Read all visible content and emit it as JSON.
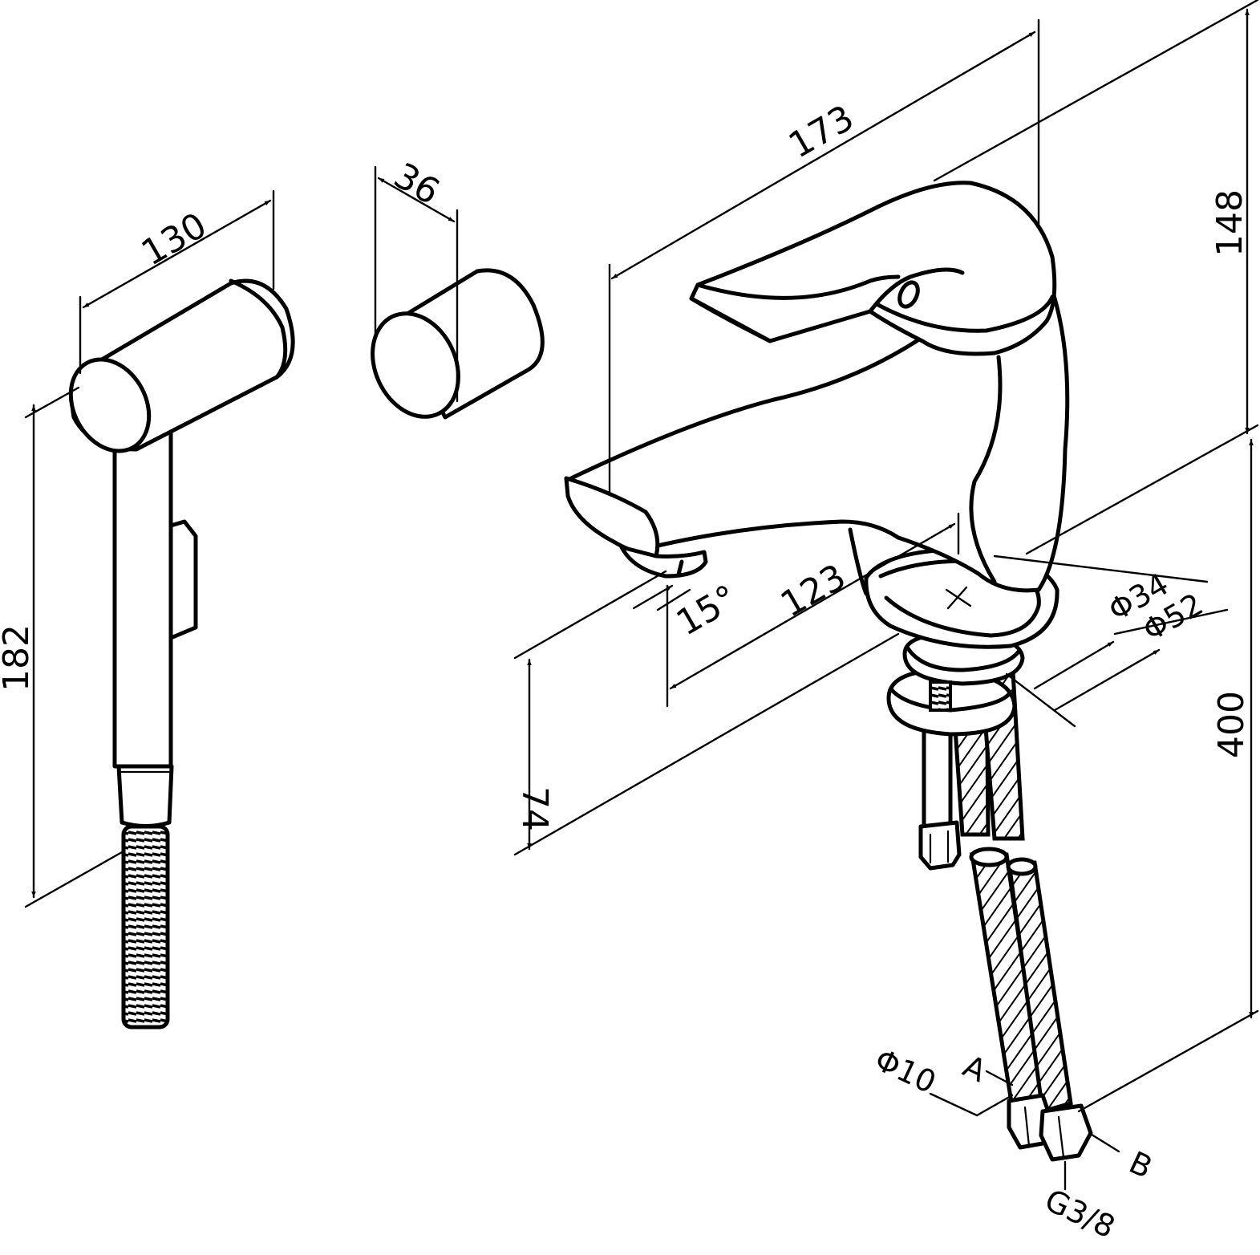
{
  "dimensions": {
    "handshower_length": "130",
    "handshower_height": "182",
    "holder_width": "36",
    "spout_reach": "173",
    "mixer_height": "148",
    "outlet_distance": "123",
    "spout_angle": "15°",
    "spout_clearance": "74",
    "base_diameter_small": "Φ34",
    "base_diameter_large": "Φ52",
    "hose_length": "400",
    "hose_diameter": "Φ10",
    "thread": "G3/8"
  },
  "labels": {
    "hose_a": "A",
    "hose_b": "B"
  }
}
